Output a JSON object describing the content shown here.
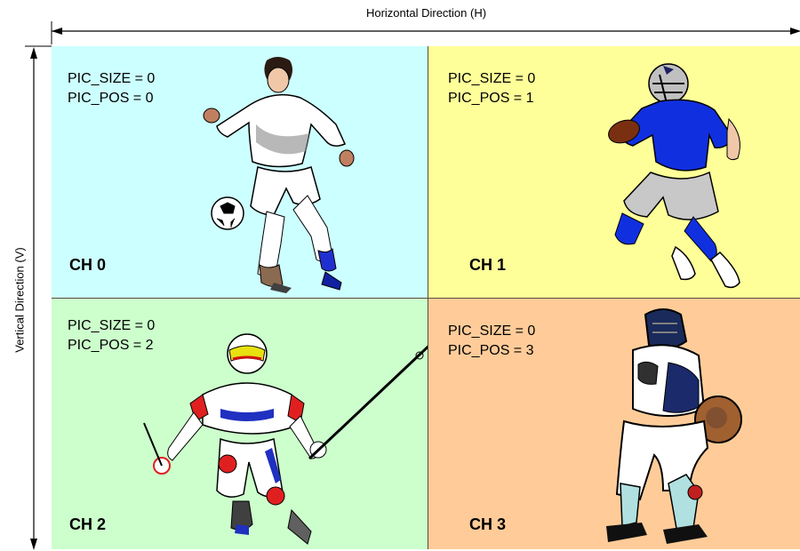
{
  "axes": {
    "horizontal": "Horizontal Direction (H)",
    "vertical": "Vertical Direction (V)"
  },
  "panels": [
    {
      "channel": "CH 0",
      "pic_size": "PIC_SIZE = 0",
      "pic_pos": "PIC_POS = 0",
      "color": "#ccffff",
      "figure": "soccer-player"
    },
    {
      "channel": "CH 1",
      "pic_size": "PIC_SIZE = 0",
      "pic_pos": "PIC_POS = 1",
      "color": "#ffff99",
      "figure": "football-player"
    },
    {
      "channel": "CH 2",
      "pic_size": "PIC_SIZE = 0",
      "pic_pos": "PIC_POS = 2",
      "color": "#ccffcc",
      "figure": "skier"
    },
    {
      "channel": "CH 3",
      "pic_size": "PIC_SIZE = 0",
      "pic_pos": "PIC_POS = 3",
      "color": "#ffcc99",
      "figure": "baseball-catcher"
    }
  ]
}
